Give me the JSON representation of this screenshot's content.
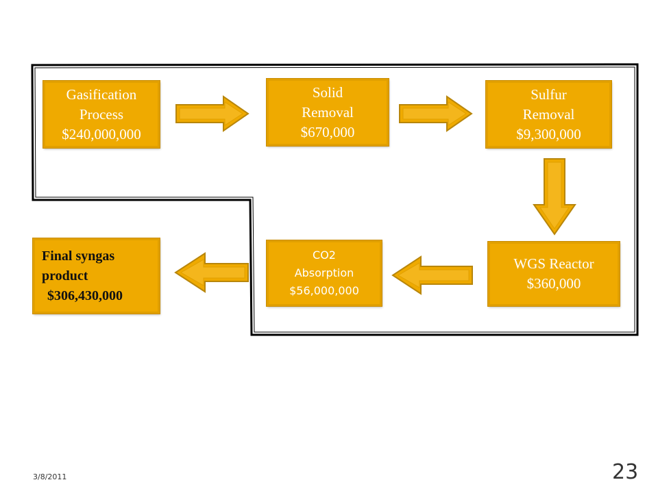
{
  "colors": {
    "box_fill": "#EFAA00",
    "box_text": "#FFFFFF",
    "final_text": "#111111",
    "arrow_fill": "#EFAA00",
    "boundary_stroke": "#000000"
  },
  "boxes": {
    "gasification": {
      "line1": "Gasification",
      "line2": "Process",
      "line3": "$240,000,000"
    },
    "solid_removal": {
      "line1": "Solid",
      "line2": "Removal",
      "line3": "$670,000"
    },
    "sulfur_removal": {
      "line1": "Sulfur",
      "line2": "Removal",
      "line3": "$9,300,000"
    },
    "wgs_reactor": {
      "line1": "WGS Reactor",
      "line2": "$360,000"
    },
    "co2_absorption": {
      "line1": "CO2",
      "line2": "Absorption",
      "line3": "$56,000,000"
    },
    "final_product": {
      "line1": "Final syngas",
      "line2": "product",
      "line3": "$306,430,000"
    }
  },
  "footer": {
    "date": "3/8/2011",
    "page_number": "23"
  }
}
